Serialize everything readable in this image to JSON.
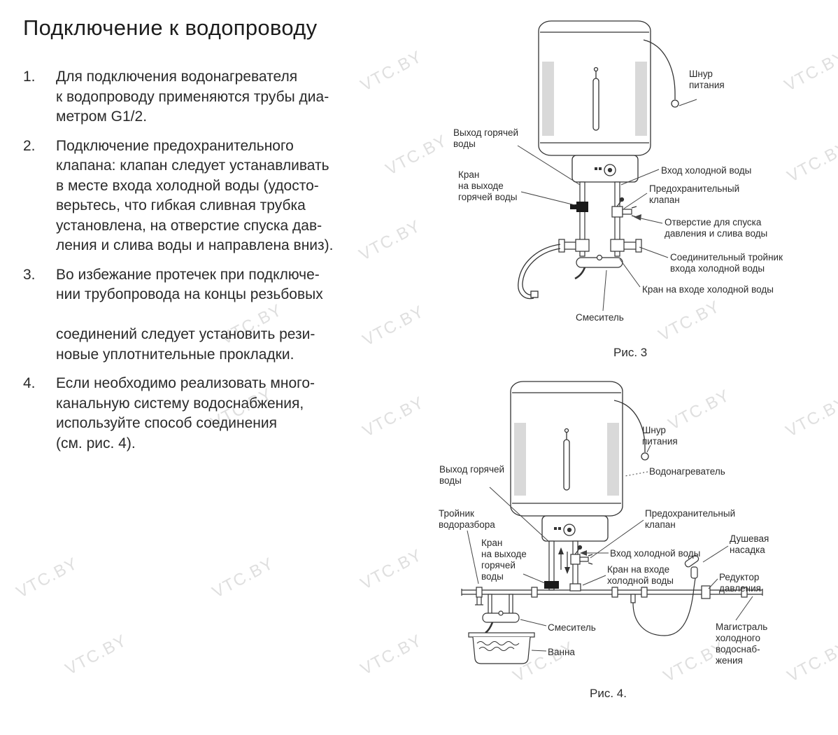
{
  "title": "Подключение к водопроводу",
  "watermark": {
    "text": "VTC.BY"
  },
  "instructions": [
    {
      "num": "1.",
      "text": "Для подключения водонагревателя\nк водопроводу применяются трубы диа-\nметром G1/2."
    },
    {
      "num": "2.",
      "text": "Подключение предохранительного\nклапана: клапан следует устанавливать\nв месте входа холодной воды (удосто-\nверьтесь, что гибкая сливная трубка\nустановлена, на отверстие спуска дав-\nления и слива воды и направлена вниз)."
    },
    {
      "num": "3.",
      "text": "Во избежание протечек при подключе-\nнии трубопровода на концы резьбовых\n\nсоединений следует установить рези-\nновые уплотнительные прокладки."
    },
    {
      "num": "4.",
      "text": "Если необходимо реализовать много-\nканальную систему водоснабжения,\nиспользуйте способ соединения\n(см. рис. 4)."
    }
  ],
  "fig3": {
    "caption": "Рис. 3",
    "labels": {
      "power_cord": "Шнур\nпитания",
      "hot_water_outlet": "Выход горячей\nводы",
      "hot_outlet_valve": "Кран\nна выходе\nгорячей воды",
      "cold_water_inlet": "Вход холодной воды",
      "safety_valve": "Предохранительный\nклапан",
      "drain_opening": "Отверстие для спуска\nдавления и слива воды",
      "inlet_tee": "Соединительный тройник\nвхода холодной воды",
      "cold_inlet_valve": "Кран на входе холодной воды",
      "mixer": "Смеситель"
    }
  },
  "fig4": {
    "caption": "Рис. 4.",
    "labels": {
      "power_cord": "Шнур\nпитания",
      "water_heater": "Водонагреватель",
      "hot_water_outlet": "Выход горячей\nводы",
      "distribution_tee": "Тройник\nводоразбора",
      "safety_valve": "Предохранительный\nклапан",
      "hot_outlet_valve": "Кран\nна выходе\nгорячей\nводы",
      "cold_water_inlet": "Вход холодной воды",
      "cold_inlet_valve": "Кран на входе\nхолодной воды",
      "shower_head": "Душевая\nнасадка",
      "pressure_reducer": "Редуктор\nдавления",
      "mixer": "Смеситель",
      "bath": "Ванна",
      "cold_supply_main": "Магистраль\nхолодного\nводоснаб-\nжения"
    }
  }
}
